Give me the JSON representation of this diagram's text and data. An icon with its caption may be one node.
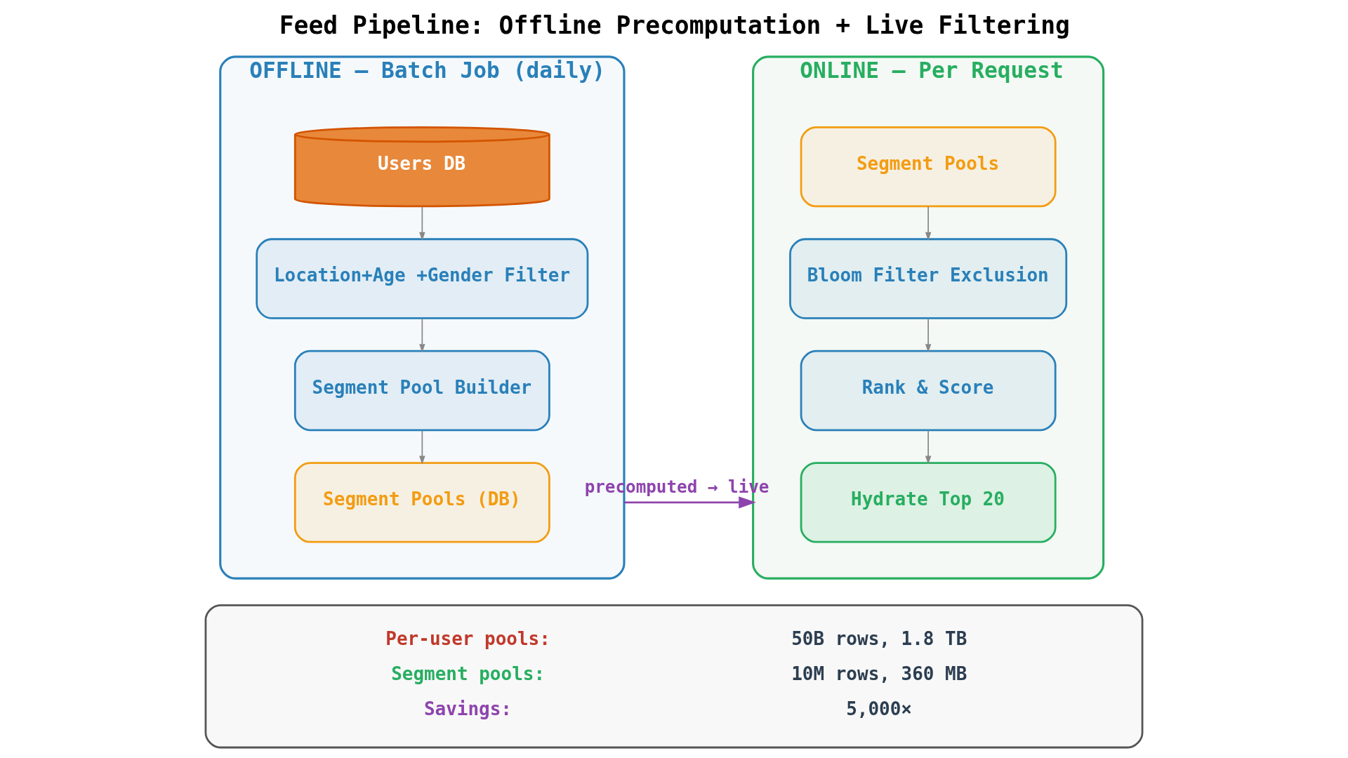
{
  "diagram": {
    "title": "Feed Pipeline: Offline Precomputation + Live Filtering",
    "nodes": [
      {
        "text": [
          "OFFLINE — Batch Job (daily)"
        ]
      },
      {
        "text": [
          "Users DB"
        ],
        "in": 0
      },
      {
        "text": [
          "Location+Age +Gender Filter"
        ],
        "in": 0
      },
      {
        "text": [
          "Segment Pool Builder"
        ],
        "in": 0
      },
      {
        "text": [
          "Segment Pools (DB)"
        ],
        "in": 0
      },
      {
        "text": [
          "ONLINE — Per Request"
        ]
      },
      {
        "text": [
          "Segment Pools"
        ],
        "in": 5
      },
      {
        "text": [
          "Bloom Filter Exclusion"
        ],
        "in": 5
      },
      {
        "text": [
          "Rank & Score"
        ],
        "in": 5
      },
      {
        "text": [
          "Hydrate Top 20"
        ],
        "in": 5
      },
      {
        "text": [
          "Per-user pools:",
          "50B rows, 1.8 TB",
          "Segment pools:",
          "10M rows, 360 MB",
          "Savings:",
          "5,000×"
        ]
      }
    ],
    "edges": [
      {
        "from": 1,
        "to": 2,
        "arrow": "to"
      },
      {
        "from": 2,
        "to": 3,
        "arrow": "to"
      },
      {
        "from": 3,
        "to": 4,
        "arrow": "to"
      },
      {
        "from": 0,
        "to": 5,
        "arrow": "to",
        "label": "precomputed → live",
        "color": "#8e44ad"
      },
      {
        "from": 6,
        "to": 7,
        "arrow": "to"
      },
      {
        "from": 7,
        "to": 8,
        "arrow": "to"
      },
      {
        "from": 8,
        "to": 9,
        "arrow": "to"
      }
    ]
  }
}
